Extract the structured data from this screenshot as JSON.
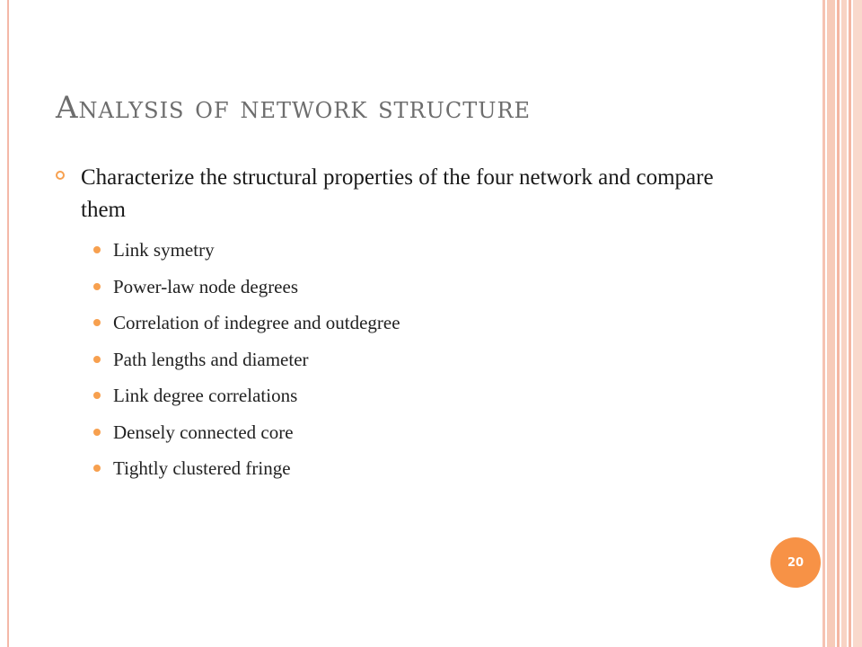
{
  "slide": {
    "title": "Analysis of network structure",
    "main_bullet": "Characterize the structural properties of the four network and compare them",
    "sub_bullets": [
      "Link symetry",
      "Power-law node degrees",
      "Correlation of indegree and outdegree",
      "Path lengths and diameter",
      "Link degree correlations",
      "Densely connected core",
      "Tightly clustered fringe"
    ],
    "page_number": "20"
  },
  "colors": {
    "accent": "#f79246",
    "bullet": "#f7a04f",
    "title": "#6d6d6d",
    "frame": "#f4b8a8"
  }
}
